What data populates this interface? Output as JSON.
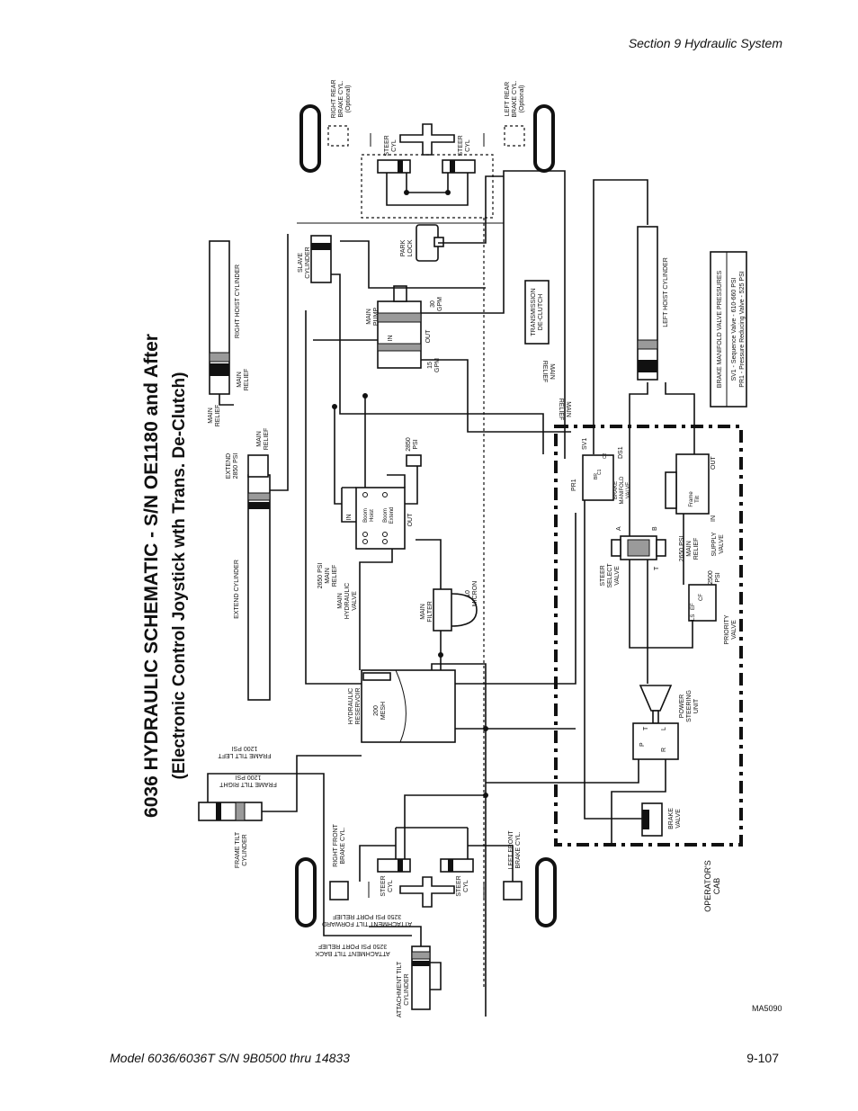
{
  "header": {
    "section": "Section 9   Hydraulic System"
  },
  "footer": {
    "model": "Model 6036/6036T S/N 9B0500 thru 14833",
    "page": "9-107"
  },
  "title": {
    "line1": "6036 HYDRAULIC SCHEMATIC - S/N OE1180 and After",
    "line2": "(Electronic Control Joystick wth Trans. De-Clutch)"
  },
  "figure_id": "MA5090",
  "labels": {
    "right_rear_brake": [
      "RIGHT REAR",
      "BRAKE CYL.",
      "(Optional)"
    ],
    "left_rear_brake": [
      "LEFT REAR",
      "BRAKE CYL.",
      "(Optional)"
    ],
    "steer_cyl": [
      "STEER",
      "CYL"
    ],
    "right_hoist": "RIGHT HOIST CYLINDER",
    "left_hoist": "LEFT HOIST CYLINDER",
    "slave_cyl": [
      "SLAVE",
      "CYLINDER"
    ],
    "park_lock": [
      "PARK",
      "LOCK"
    ],
    "main_pump": [
      "MAIN",
      "PUMP"
    ],
    "pump_in": "IN",
    "pump_out": "OUT",
    "gpm30": [
      "30",
      "GPM"
    ],
    "gpm15": [
      "15",
      "GPM"
    ],
    "trans_declutch": [
      "TRANSMISSION",
      "DE-CLUTCH"
    ],
    "brake_manifold_title": "BRAKE MANIFOLD VALVE PRESSURES",
    "sv1": "SV1 - Sequence Valve - 610-660 PSI",
    "pr1": "PR1 - Pressure Reducing Valve - 525 PSI",
    "main_relief": [
      "MAIN",
      "RELIEF"
    ],
    "extend_psi": [
      "EXTEND",
      "2850 PSI"
    ],
    "extend_cyl": "EXTEND CYLINDER",
    "psi2850": [
      "2850",
      "PSI"
    ],
    "main_hyd_valve": [
      "2650 PSI",
      "MAIN",
      "RELIEF",
      "",
      "MAIN",
      "HYDRAULIC",
      "VALVE"
    ],
    "boom_hoist": [
      "Boom",
      "Hoist"
    ],
    "boom_extend": [
      "Boom",
      "Extend"
    ],
    "mhv_in": "IN",
    "mhv_out": "OUT",
    "micron": [
      "10",
      "MICRON"
    ],
    "main_filter": [
      "MAIN",
      "FILTER"
    ],
    "reservoir": [
      "HYDRAULIC",
      "RESERVOIR"
    ],
    "mesh": [
      "200",
      "MESH"
    ],
    "frame_tilt_left": [
      "FRAME TILT LEFT",
      "1200 PSI"
    ],
    "frame_tilt_right": [
      "FRAME TILT RIGHT",
      "1200 PSI"
    ],
    "frame_tilt_cyl": [
      "FRAME TILT",
      "CYLINDER"
    ],
    "right_front_brake": [
      "RIGHT FRONT",
      "BRAKE CYL."
    ],
    "left_front_brake": [
      "LEFT FRONT",
      "BRAKE CYL."
    ],
    "att_tilt_fwd": [
      "ATTACHMENT TILT FORWARD",
      "3250 PSI PORT RELIEF"
    ],
    "att_tilt_back": [
      "ATTACHMENT TILT BACK",
      "3250 PSI PORT RELIEF"
    ],
    "att_tilt_cyl": [
      "ATTACHMENT TILT",
      "CYLINDER"
    ],
    "operators_cab": [
      "OPERATOR'S",
      "CAB"
    ],
    "brake_valve": [
      "BRAKE",
      "VALVE"
    ],
    "power_steering": [
      "POWER",
      "STEERING",
      "UNIT"
    ],
    "steer_select": [
      "STEER",
      "SELECT",
      "VALVE"
    ],
    "supply_valve": [
      "SUPPLY",
      "VALVE"
    ],
    "manifold_main_relief": [
      "2650 PSI",
      "MAIN",
      "RELIEF"
    ],
    "priority_valve": [
      "PRIORITY",
      "VALVE"
    ],
    "psi2500": [
      "2500",
      "PSI"
    ],
    "brake_manifold_valve": [
      "BRAKE",
      "MANIFOLD",
      "VALVE"
    ],
    "frame_tilt_valve": [
      "Frame",
      "Tilt"
    ],
    "ports": {
      "pr1": "PR1",
      "sv1": "SV1",
      "ds1": "DS1",
      "a": "A",
      "b": "B",
      "p": "P",
      "t": "T",
      "l": "L",
      "r": "R",
      "in": "IN",
      "out": "OUT",
      "ef": "EF",
      "cf": "CF",
      "ls": "LS",
      "c1": "C1",
      "c2": "C2",
      "br": "BR"
    }
  }
}
